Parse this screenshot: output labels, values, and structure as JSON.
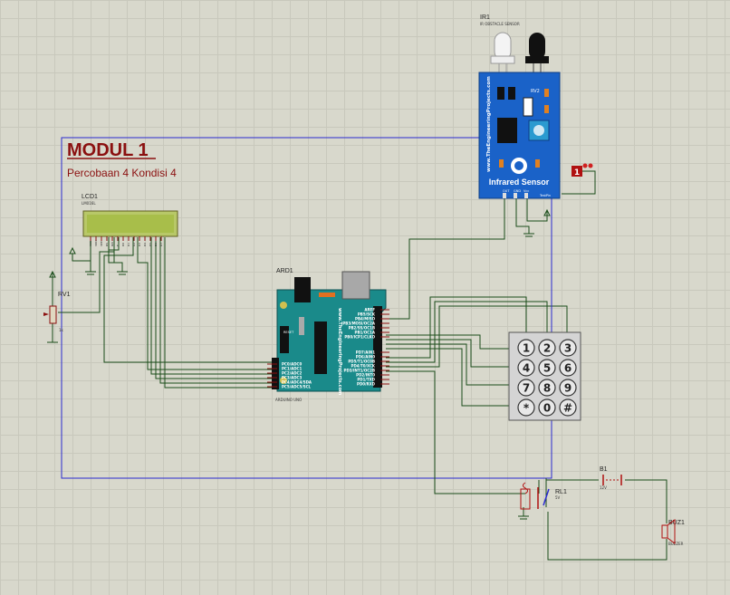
{
  "module": {
    "title": "MODUL 1",
    "subtitle": "Percobaan 4 Kondisi 4"
  },
  "ir_sensor": {
    "ref": "IR1",
    "desc": "IR OBSTACLE SENSOR",
    "brand": "www.TheEngineeringProjects.com",
    "label": "Infrared Sensor",
    "pins": [
      "OUT",
      "GND",
      "Vcc"
    ],
    "pot_ref": "RV2",
    "corner": "TestPin"
  },
  "logic_probe": {
    "value": "1"
  },
  "lcd": {
    "ref": "LCD1",
    "model": "LM016L",
    "pins": [
      "VSS",
      "VDD",
      "VEE",
      "RS",
      "RW",
      "E",
      "D0",
      "D1",
      "D2",
      "D3",
      "D4",
      "D5",
      "D6",
      "D7"
    ]
  },
  "pot": {
    "ref": "RV1",
    "value": "1k"
  },
  "arduino": {
    "ref": "ARD1",
    "model": "ARDUINO UNO",
    "brand": "www.TheEngineeringProjects.com",
    "left_pins": [
      "PC0/ADC0",
      "PC1/ADC1",
      "PC2/ADC2",
      "PC3/ADC3",
      "PC4/ADC4/SDA",
      "PC5/ADC5/SCL"
    ],
    "right_top_pins": [
      "AREF",
      "PB5/SCK",
      "PB4/MISO",
      "PB3/MOSI/OC2A",
      "PB2/SS/OC1B",
      "PB1/OC1A",
      "PB0/ICP1/CLKO"
    ],
    "right_bottom_pins": [
      "PD7/AIN1",
      "PD6/AIN0",
      "PD5/T1/OC0B",
      "PD4/T0/XCK",
      "PD3/INT1/OC2B",
      "PD2/INT0",
      "PD1/TXD",
      "PD0/RXD"
    ],
    "reset": "RESET"
  },
  "keypad": {
    "keys": [
      "1",
      "2",
      "3",
      "4",
      "5",
      "6",
      "7",
      "8",
      "9",
      "*",
      "0",
      "#"
    ]
  },
  "relay": {
    "ref": "RL1",
    "value": "5V"
  },
  "battery": {
    "ref": "B1",
    "value": "12V"
  },
  "buzzer": {
    "ref": "BUZ1",
    "model": "BUZZER"
  }
}
